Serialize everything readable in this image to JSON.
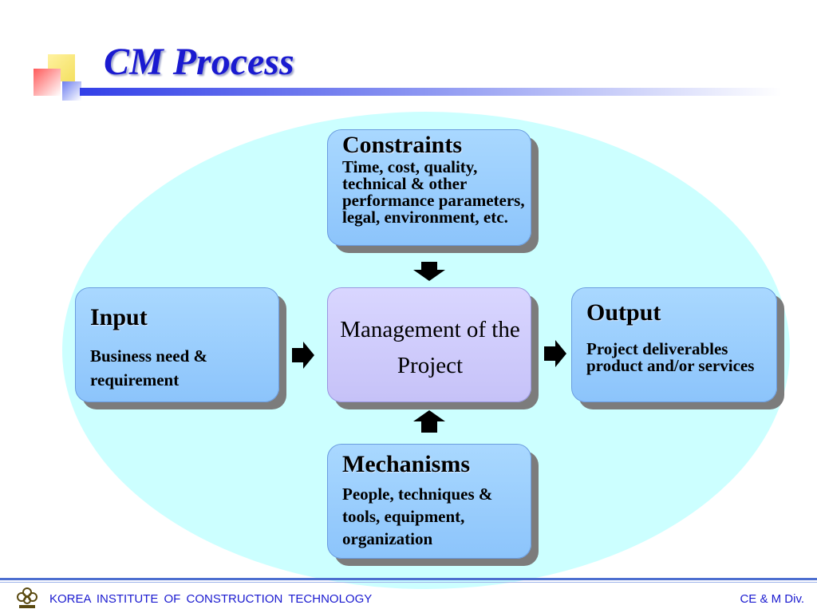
{
  "slide": {
    "title": "CM Process"
  },
  "diagram": {
    "constraints": {
      "title": "Constraints",
      "body": "Time, cost, quality, technical & other performance parameters, legal, environment, etc."
    },
    "input": {
      "title": "Input",
      "body": "Business need & requirement"
    },
    "center": {
      "body": "Management of the Project"
    },
    "output": {
      "title": "Output",
      "body": "Project deliverables product and/or services"
    },
    "mechanisms": {
      "title": "Mechanisms",
      "body": "People, techniques & tools, equipment, organization"
    }
  },
  "footer": {
    "organization": "KOREA  INSTITUTE  OF  CONSTRUCTION  TECHNOLOGY",
    "division": "CE & M Div."
  },
  "colors": {
    "title": "#1a1ad0",
    "box_fill": "#8cc4fb",
    "center_fill": "#c6c2f8",
    "ellipse": "#ccffff",
    "footer_text": "#1a1ad0"
  },
  "icons": {
    "footer_logo": "institute-logo-icon",
    "arrows": "block-arrow-icon"
  }
}
